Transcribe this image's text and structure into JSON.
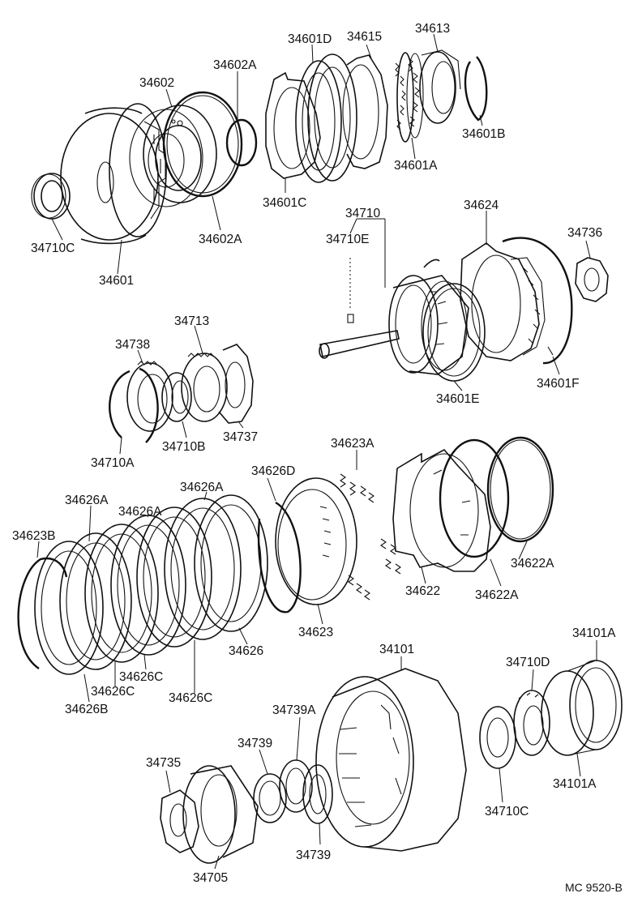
{
  "reference_code": "MC 9520-B",
  "parts": {
    "p34601": "34601",
    "p34601A": "34601A",
    "p34601B": "34601B",
    "p34601C": "34601C",
    "p34601D": "34601D",
    "p34601E": "34601E",
    "p34601F": "34601F",
    "p34602": "34602",
    "p34602A_top": "34602A",
    "p34602A_bottom": "34602A",
    "p34613": "34613",
    "p34615": "34615",
    "p34710C_top": "34710C",
    "p34710": "34710",
    "p34710E": "34710E",
    "p34624": "34624",
    "p34736": "34736",
    "p34713": "34713",
    "p34738": "34738",
    "p34737": "34737",
    "p34710A": "34710A",
    "p34710B": "34710B",
    "p34623A": "34623A",
    "p34626D": "34626D",
    "p34626A_1": "34626A",
    "p34626A_2": "34626A",
    "p34626A_3": "34626A",
    "p34623B": "34623B",
    "p34622": "34622",
    "p34622A_1": "34622A",
    "p34622A_2": "34622A",
    "p34626": "34626",
    "p34623": "34623",
    "p34626C_1": "34626C",
    "p34626C_2": "34626C",
    "p34626C_3": "34626C",
    "p34626B": "34626B",
    "p34101": "34101",
    "p34101A_1": "34101A",
    "p34101A_2": "34101A",
    "p34710D": "34710D",
    "p34739A": "34739A",
    "p34739_1": "34739",
    "p34739_2": "34739",
    "p34735": "34735",
    "p34705": "34705",
    "p34710C_bottom": "34710C"
  }
}
